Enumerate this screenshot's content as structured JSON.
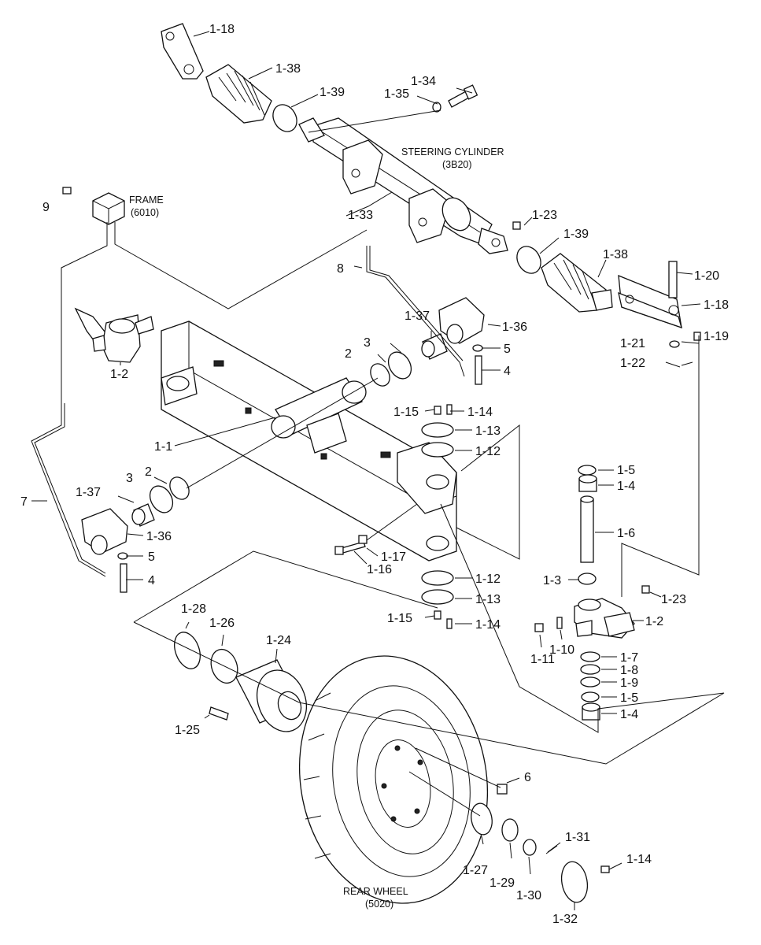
{
  "callouts": [
    "1-18",
    "1-38",
    "1-39",
    "1-34",
    "1-35",
    "STEERING CYLINDER",
    "(3B20)",
    "9",
    "FRAME",
    "(6010)",
    "1-33",
    "1-23",
    "1-39",
    "1-38",
    "1-20",
    "1-18",
    "8",
    "1-37",
    "1-36",
    "3",
    "2",
    "5",
    "4",
    "1-21",
    "1-22",
    "1-19",
    "1-2",
    "1-15",
    "1-14",
    "1-13",
    "1-12",
    "1-1",
    "1-5",
    "1-4",
    "2",
    "3",
    "1-37",
    "1-6",
    "7",
    "1-36",
    "5",
    "4",
    "1-17",
    "1-16",
    "1-12",
    "1-3",
    "1-23",
    "1-13",
    "1-2",
    "1-15",
    "1-14",
    "1-28",
    "1-26",
    "1-24",
    "1-11",
    "1-10",
    "1-7",
    "1-8",
    "1-9",
    "1-5",
    "1-4",
    "1-25",
    "6",
    "1-31",
    "1-14",
    "REAR WHEEL",
    "(5020)",
    "1-27",
    "1-29",
    "1-30",
    "1-32"
  ]
}
